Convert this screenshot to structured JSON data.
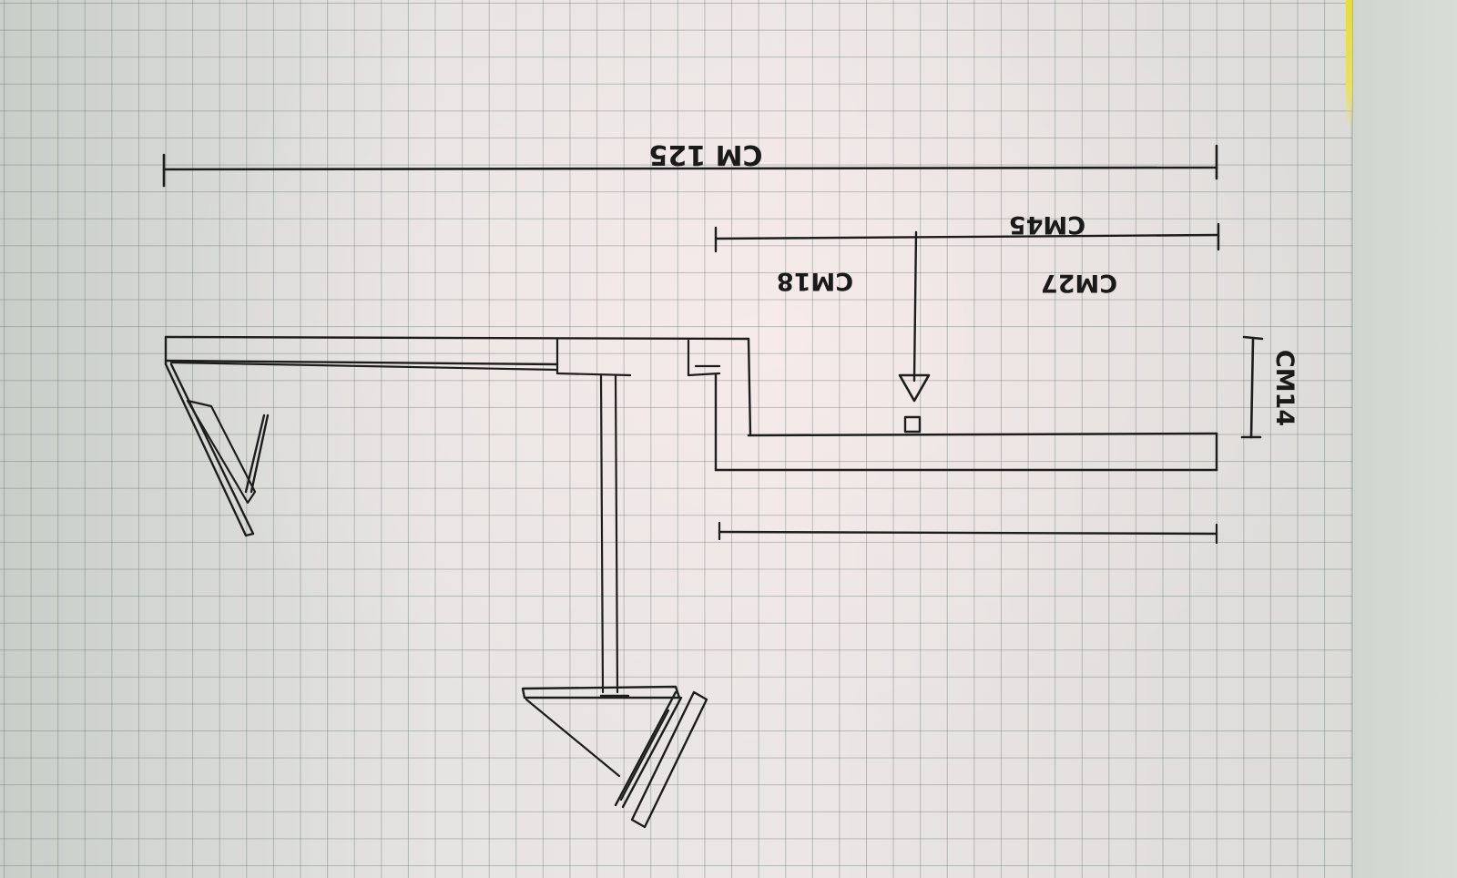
{
  "drawing": {
    "labels": {
      "total_width": "CM 125",
      "width_45": "CM45",
      "width_27": "CM27",
      "width_18": "CM18",
      "depth_14": "CM14"
    }
  }
}
